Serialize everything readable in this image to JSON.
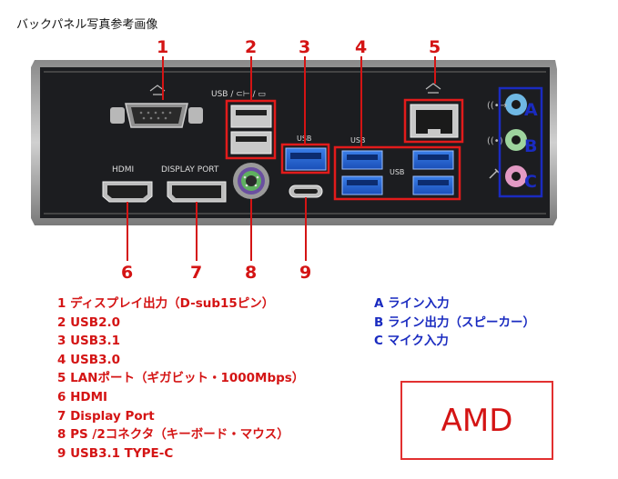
{
  "title": "バックパネル写真参考画像",
  "callout_numbers": [
    "1",
    "2",
    "3",
    "4",
    "5",
    "6",
    "7",
    "8",
    "9"
  ],
  "panel_labels": {
    "usb_kb_mouse": "USB / ⊂⊢ / ▭",
    "usb_3": "USB",
    "usb_4": "USB",
    "usb_4b": "USB",
    "hdmi": "HDMI",
    "display_port": "DISPLAY PORT"
  },
  "audio_letters": [
    "A",
    "B",
    "C"
  ],
  "port_list": [
    "1 ディスプレイ出力（D-sub15ピン）",
    "2 USB2.0",
    "3 USB3.1",
    "4 USB3.0",
    "5 LANポート（ギガビット・1000Mbps）",
    "6 HDMI",
    "7 Display Port",
    "8 PS /2コネクタ（キーボード・マウス）",
    "9 USB3.1 TYPE-C"
  ],
  "audio_list": [
    "A ライン入力",
    "B ライン出力（スピーカー）",
    "C マイク入力"
  ],
  "brand": "AMD",
  "colors": {
    "red": "#d41414",
    "blue": "#1a2bc0",
    "panel": "#1c1d20",
    "usb3_blue": "#1e5fd6",
    "audio_a": "#4aa3d8",
    "audio_b": "#7fc47f",
    "audio_c": "#d97ab0"
  }
}
